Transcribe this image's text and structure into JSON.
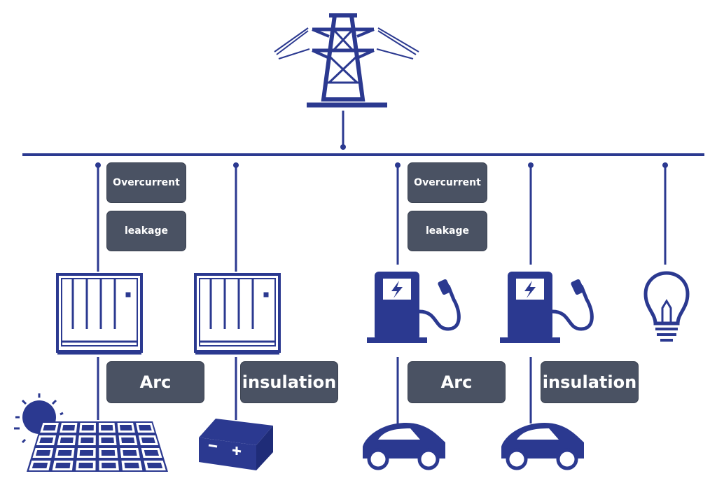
{
  "colors": {
    "primary": "#2b3990",
    "label_bg": "#4a5263",
    "label_text": "#ffffff"
  },
  "icons": [
    "transmission-tower-icon",
    "inverter-cabinet-icon",
    "ev-charger-icon",
    "light-bulb-icon",
    "solar-panel-icon",
    "sun-icon",
    "battery-icon",
    "electric-car-icon"
  ],
  "labels": {
    "overcurrent_left": "Overcurrent",
    "leakage_left": "leakage",
    "overcurrent_right": "Overcurrent",
    "leakage_right": "leakage",
    "arc_left": "Arc",
    "insulation_left": "insulation",
    "arc_right": "Arc",
    "insulation_right": "insulation"
  }
}
